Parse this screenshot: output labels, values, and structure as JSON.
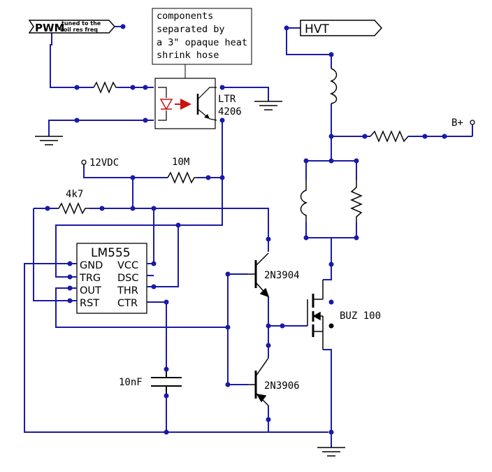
{
  "pwm": {
    "label": "PWM",
    "note_line1": "tuned to the",
    "note_line2": "coil res freq"
  },
  "hvt": {
    "label": "HVT"
  },
  "bplus": {
    "label": "B+"
  },
  "note": {
    "line1": "components",
    "line2": "separated by",
    "line3": "a 3\" opaque heat",
    "line4": "shrink hose"
  },
  "optocoupler": {
    "line1": "LTR",
    "line2": "4206"
  },
  "supply": {
    "label": "12VDC"
  },
  "resistor_10m": {
    "label": "10M"
  },
  "resistor_4k7": {
    "label": "4k7"
  },
  "ic": {
    "name": "LM555",
    "pins": {
      "gnd": "GND",
      "trg": "TRG",
      "out": "OUT",
      "rst": "RST",
      "vcc": "VCC",
      "dsc": "DSC",
      "thr": "THR",
      "ctr": "CTR"
    }
  },
  "q1": {
    "label": "2N3904"
  },
  "q2": {
    "label": "2N3906"
  },
  "mosfet": {
    "label": "BUZ 100"
  },
  "capacitor": {
    "label": "10nF"
  },
  "colors": {
    "wire": "#1a1aa6",
    "node": "#1a1aa6",
    "led": "#cc1111",
    "component": "#000000"
  }
}
